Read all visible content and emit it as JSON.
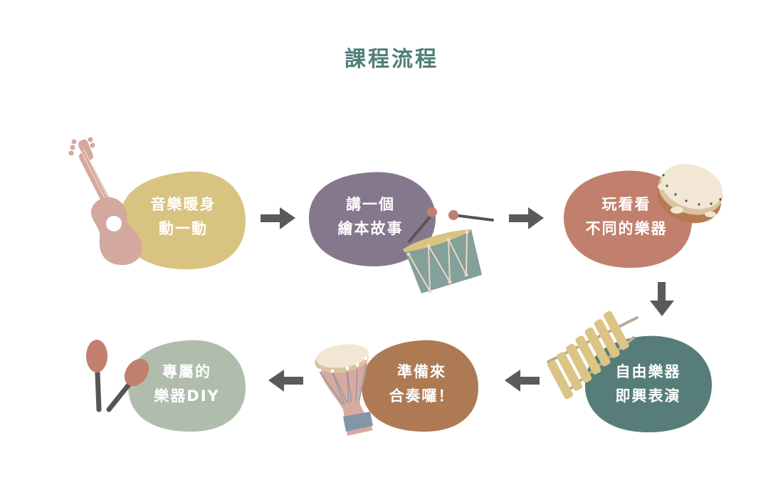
{
  "title": "課程流程",
  "colors": {
    "title": "#4f7f7a",
    "arrow": "#5a5a5a",
    "step1_bg": "#d9c380",
    "step2_bg": "#86788c",
    "step3_bg": "#c1806e",
    "step4_bg": "#567d79",
    "step5_bg": "#ad7a54",
    "step6_bg": "#b0bdad"
  },
  "steps": [
    {
      "id": 1,
      "line1": "音樂暖身",
      "line2": "動一動",
      "instrument": "guitar-icon"
    },
    {
      "id": 2,
      "line1": "講一個",
      "line2": "繪本故事",
      "instrument": "drum-icon"
    },
    {
      "id": 3,
      "line1": "玩看看",
      "line2": "不同的樂器",
      "instrument": "tambourine-icon"
    },
    {
      "id": 4,
      "line1": "自由樂器",
      "line2": "即興表演",
      "instrument": "xylophone-icon"
    },
    {
      "id": 5,
      "line1": "準備來",
      "line2": "合奏囉！",
      "instrument": "djembe-icon"
    },
    {
      "id": 6,
      "line1": "專屬的",
      "line2": "樂器DIY",
      "instrument": "maracas-icon"
    }
  ],
  "arrows": [
    "right",
    "right",
    "down",
    "left",
    "left"
  ]
}
